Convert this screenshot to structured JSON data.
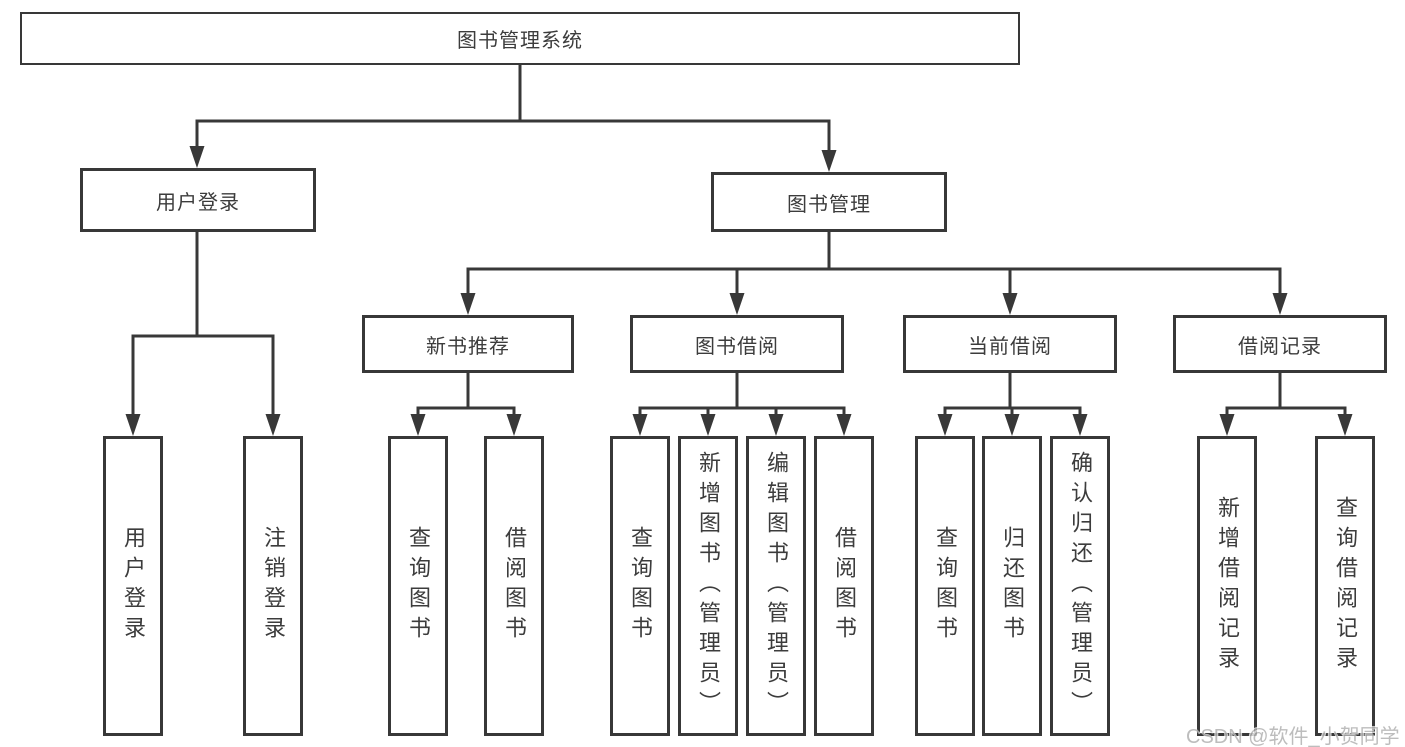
{
  "nodes": {
    "root": "图书管理系统",
    "user_login": "用户登录",
    "book_mgmt": "图书管理",
    "new_book": "新书推荐",
    "book_borrow": "图书借阅",
    "current_borrow": "当前借阅",
    "borrow_records": "借阅记录",
    "leaf_user_login": "用户登录",
    "leaf_logout": "注销登录",
    "leaf_nb_query": "查询图书",
    "leaf_nb_borrow": "借阅图书",
    "leaf_bw_query": "查询图书",
    "leaf_bw_add": "新增图书（管理员）",
    "leaf_bw_edit": "编辑图书（管理员）",
    "leaf_bw_borrow": "借阅图书",
    "leaf_cur_query": "查询图书",
    "leaf_cur_return": "归还图书",
    "leaf_cur_confirm": "确认归还（管理员）",
    "leaf_rec_add": "新增借阅记录",
    "leaf_rec_query": "查询借阅记录"
  },
  "watermark": "CSDN @软件_小贺同学",
  "colors": {
    "line": "#383838",
    "text": "#3c3c3c",
    "watermark": "#b2b2b2",
    "background": "#ffffff"
  }
}
